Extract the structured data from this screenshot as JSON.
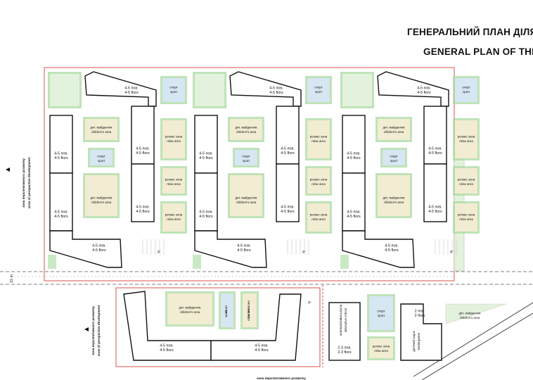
{
  "title_ua": "ГЕНЕРАЛЬНИЙ ПЛАН ДІЛЯНІ",
  "title_en": "GENERAL PLAN OF THE SI",
  "road_width_label": "15 m",
  "side_label_ua": "зона перспективного розвитку",
  "side_label_en": "zone of perspective development",
  "bottom_label_ua": "зона перспективного розвитку",
  "building": {
    "ua": "4-5 пов.",
    "en": "4-5 flors"
  },
  "building_2_3": {
    "ua": "2-3 пов.",
    "en": "2-3 flors"
  },
  "building_2": {
    "ua": "2 пов.",
    "en": "2 flors"
  },
  "children_area": {
    "ua": "дит. майданчик",
    "en": "children's area"
  },
  "sport": {
    "ua": "спорт",
    "en": "sport"
  },
  "relax": {
    "ua": "релакс зона",
    "en": "relax area"
  },
  "school": {
    "ua": "альтернативна школа",
    "en": "alternative school"
  },
  "kindergarten": {
    "ua": "дитячий садок",
    "en": "kindergarten"
  },
  "parking": "P",
  "colors": {
    "frame_red": "#d9534f",
    "building_fill": "#ffffff",
    "building_stroke": "#111111",
    "hedge_green": "#a9d9a0",
    "lawn_green": "#e3f2dd",
    "sport_blue": "#d6e6f3",
    "sand": "#f1ecd2",
    "road_dash": "#555555"
  }
}
